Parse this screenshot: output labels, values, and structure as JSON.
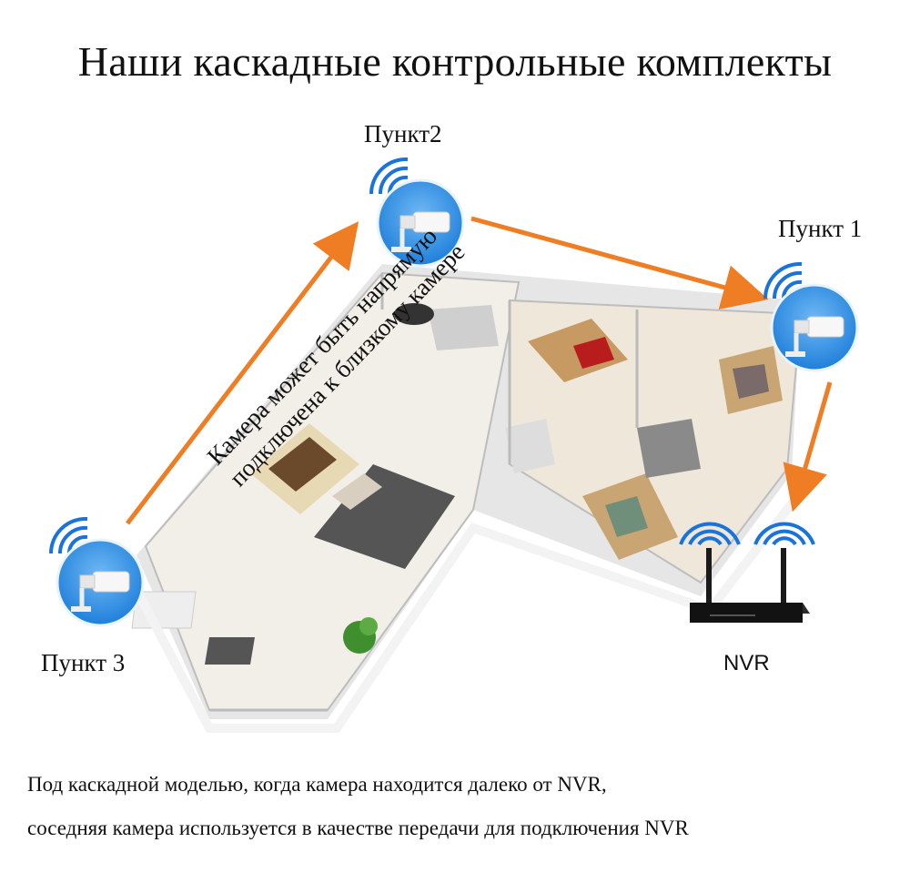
{
  "title": "Наши каскадные контрольные комплекты",
  "points": {
    "p2": "Пункт2",
    "p1": "Пункт 1",
    "p3": "Пункт 3",
    "nvr": "NVR"
  },
  "diagonal_note": {
    "line1": "Камера может быть напрямую",
    "line2": "подключена к близкому камере"
  },
  "caption": {
    "line1": "Под каскадной  моделью, когда камера находится далеко от NVR,",
    "line2": "соседняя камера используется в качестве передачи для подключения NVR"
  },
  "colors": {
    "arrow": "#ef7d24",
    "wifi": "#1a73d9",
    "camera_circle": "#2e8fe6",
    "floor": "#c9a574"
  }
}
